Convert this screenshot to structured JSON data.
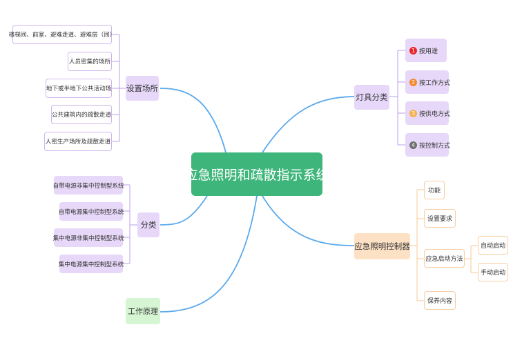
{
  "center": {
    "label": "应急照明和疏散指示系统"
  },
  "locations": {
    "label": "设置场所",
    "items": [
      "楼梯间、前室、避难走道、避难层（间）",
      "人员密集的场所",
      "地下或半地下公共活动场",
      "公共建筑内的疏散走道",
      "人密生产场所及疏散走道"
    ]
  },
  "categories": {
    "label": "分类",
    "items": [
      "自带电源非集中控制型系统",
      "自带电源集中控制型系统",
      "集中电源非集中控制型系统",
      "集中电源集中控制型系统"
    ]
  },
  "principle": {
    "label": "工作原理"
  },
  "lamps": {
    "label": "灯具分类",
    "items": [
      {
        "num": "1",
        "label": "按用途",
        "color": "#e8262d"
      },
      {
        "num": "2",
        "label": "按工作方式",
        "color": "#f5882c"
      },
      {
        "num": "3",
        "label": "按供电方式",
        "color": "#f6b04e"
      },
      {
        "num": "4",
        "label": "按控制方式",
        "color": "#6f6f6f"
      }
    ]
  },
  "controller": {
    "label": "应急照明控制器",
    "items": [
      "功能",
      "设置要求",
      "应急启动方法",
      "保养内容"
    ],
    "startup": [
      "自动启动",
      "手动启动"
    ]
  },
  "colors": {
    "center": "#3eb57a",
    "main_link": "#5aa9ec",
    "purple_link": "#c3a6ee",
    "orange_link": "#f8c99b"
  }
}
